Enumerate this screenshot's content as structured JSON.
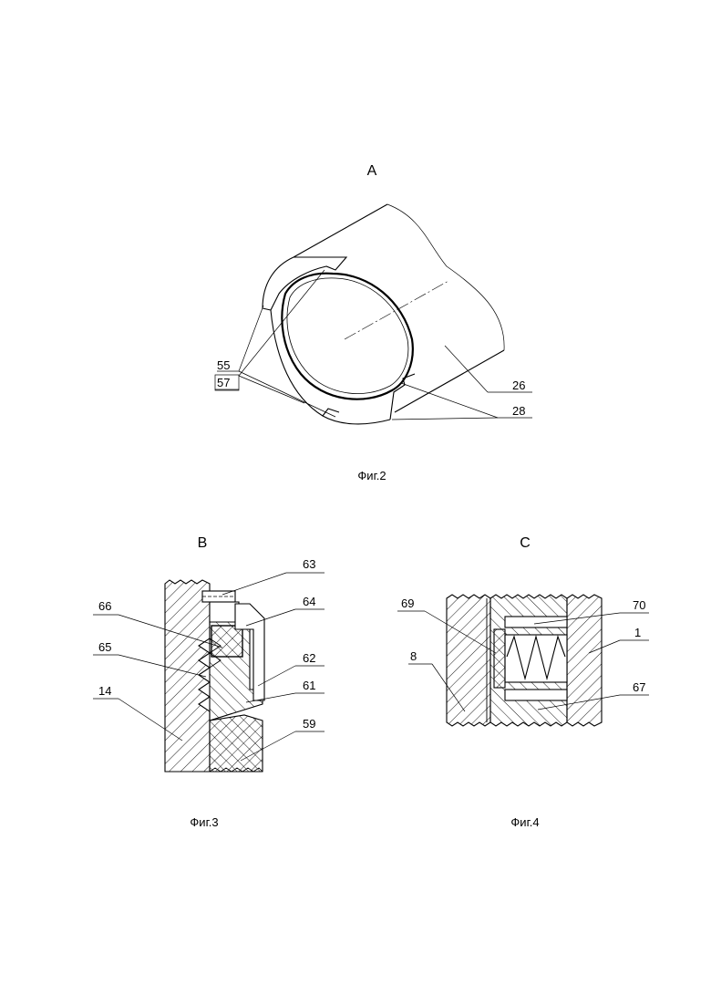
{
  "figure2": {
    "view_label": "A",
    "caption": "Фиг.2",
    "labels": {
      "l55": "55",
      "l57": "57",
      "l26": "26",
      "l28": "28"
    }
  },
  "figure3": {
    "view_label": "B",
    "caption": "Фиг.3",
    "labels": {
      "l63": "63",
      "l64": "64",
      "l62": "62",
      "l61": "61",
      "l59": "59",
      "l66": "66",
      "l65": "65",
      "l14": "14"
    }
  },
  "figure4": {
    "view_label": "C",
    "caption": "Фиг.4",
    "labels": {
      "l69": "69",
      "l8": "8",
      "l70": "70",
      "l1": "1",
      "l67": "67"
    }
  },
  "colors": {
    "ink": "#000000",
    "paper": "#ffffff"
  }
}
